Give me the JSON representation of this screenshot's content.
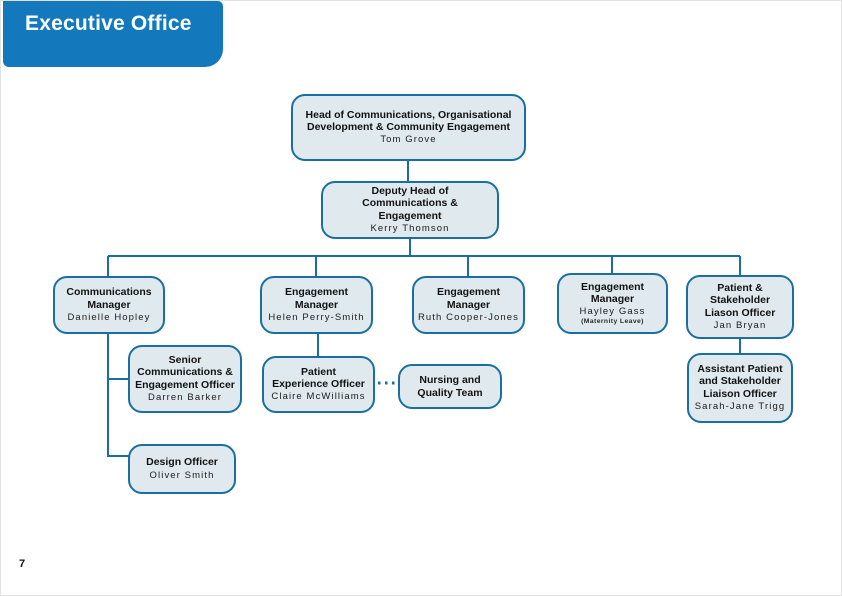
{
  "page": {
    "banner_title": "Executive Office",
    "page_number": "7"
  },
  "colors": {
    "header_bg": "#1478bd",
    "node_fill": "#dfe9ee",
    "node_border": "#1b6fa0",
    "connector": "#1b6fa0"
  },
  "nodes": {
    "head": {
      "lines": [
        "Head of Communications, Organisational",
        "Development & Community Engagement"
      ],
      "name": "Tom Grove"
    },
    "deputy": {
      "lines": [
        "Deputy Head of",
        "Communications &",
        "Engagement"
      ],
      "name": "Kerry Thomson"
    },
    "comms_manager": {
      "lines": [
        "Communications",
        "Manager"
      ],
      "name": "Danielle Hopley"
    },
    "engagement_manager_1": {
      "lines": [
        "Engagement",
        "Manager"
      ],
      "name": "Helen Perry-Smith"
    },
    "engagement_manager_2": {
      "lines": [
        "Engagement",
        "Manager"
      ],
      "name": "Ruth Cooper-Jones"
    },
    "engagement_manager_3": {
      "lines": [
        "Engagement",
        "Manager"
      ],
      "name": "Hayley Gass",
      "note": "(Maternity Leave)"
    },
    "patient_liason_officer": {
      "lines": [
        "Patient &",
        "Stakeholder",
        "Liason Officer"
      ],
      "name": "Jan Bryan"
    },
    "senior_comms_officer": {
      "lines": [
        "Senior",
        "Communications &",
        "Engagement Officer"
      ],
      "name": "Darren Barker"
    },
    "patient_experience_officer": {
      "lines": [
        "Patient",
        "Experience Officer"
      ],
      "name": "Claire McWilliams"
    },
    "nursing_quality_team": {
      "lines": [
        "Nursing and",
        "Quality Team"
      ]
    },
    "assistant_liaison_officer": {
      "lines": [
        "Assistant Patient",
        "and Stakeholder",
        "Liaison Officer"
      ],
      "name": "Sarah-Jane Trigg"
    },
    "design_officer": {
      "lines": [
        "Design Officer"
      ],
      "name": "Oliver Smith"
    }
  }
}
